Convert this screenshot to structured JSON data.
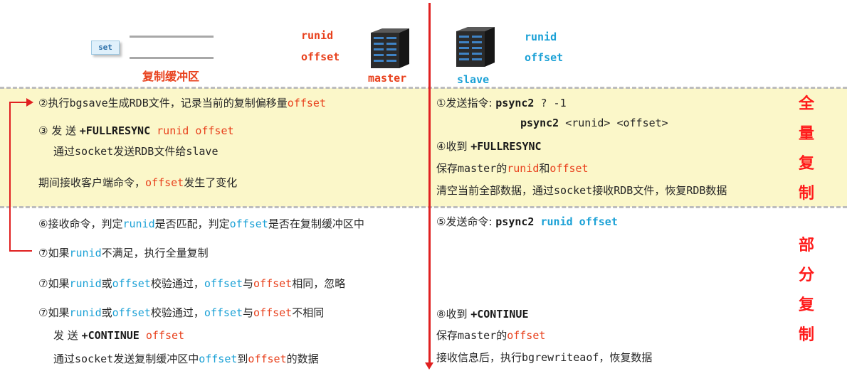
{
  "header": {
    "set_label": "set",
    "buffer_label": "复制缓冲区",
    "master_runid": "runid",
    "master_offset": "offset",
    "master_label": "master",
    "slave_runid": "runid",
    "slave_offset": "offset",
    "slave_label": "slave"
  },
  "side_titles": {
    "full": [
      "全",
      "量",
      "复",
      "制"
    ],
    "partial": [
      "部",
      "分",
      "复",
      "制"
    ]
  },
  "full_master": {
    "l1": [
      "②执行",
      "bgsave",
      "生成",
      "RDB",
      "文件，记录当前的复制偏移量",
      "offset"
    ],
    "l2": [
      "③ 发 送 ",
      "+FULLRESYNC",
      " runid",
      " offset"
    ],
    "l3": [
      "通过",
      "socket",
      "发送",
      "RDB",
      "文件给",
      "slave"
    ],
    "l4": [
      "期间接收客户端命令，",
      "offset",
      "发生了变化"
    ]
  },
  "full_slave": {
    "l1": [
      "①发送指令:  ",
      "psync2",
      "  ? -1"
    ],
    "l2": [
      "psync2",
      "  <runid> <offset>"
    ],
    "l3": [
      "④收到  ",
      "+FULLRESYNC"
    ],
    "l4": [
      "保存",
      "master",
      "的",
      "runid",
      "和",
      "offset"
    ],
    "l5": [
      "清空当前全部数据，通过",
      "socket",
      "接收",
      "RDB",
      "文件，恢复",
      "RDB",
      "数据"
    ]
  },
  "partial_master": {
    "l1": [
      "⑥接收命令，判定",
      "runid",
      "是否匹配，判定",
      "offset",
      "是否在复制缓冲区中"
    ],
    "l2": [
      "⑦如果",
      "runid",
      "不满足，执行全量复制"
    ],
    "l3": [
      "⑦如果",
      "runid",
      "或",
      "offset",
      "校验通过，",
      "offset",
      "与",
      "offset",
      "相同，忽略"
    ],
    "l4": [
      "⑦如果",
      "runid",
      "或",
      "offset",
      "校验通过，",
      "offset",
      "与",
      "offset",
      "不相同"
    ],
    "l5": [
      "发 送 ",
      "+CONTINUE",
      " offset"
    ],
    "l6": [
      "通过",
      "socket",
      "发送复制缓冲区中",
      "offset",
      "到",
      "offset",
      "的数据"
    ]
  },
  "partial_slave": {
    "l1": [
      "⑤发送命令: ",
      "psync2",
      "  runid offset"
    ],
    "l2": [
      "⑧收到  ",
      "+CONTINUE"
    ],
    "l3": [
      "保存",
      "master",
      "的",
      "offset"
    ],
    "l4": [
      "接收信息后，执行",
      "bgrewriteaof",
      "，恢复数据"
    ]
  },
  "colors": {
    "red": "#e8401c",
    "blue": "#1ba1d6",
    "band": "#fbf7c9",
    "arrow": "#e02020"
  }
}
